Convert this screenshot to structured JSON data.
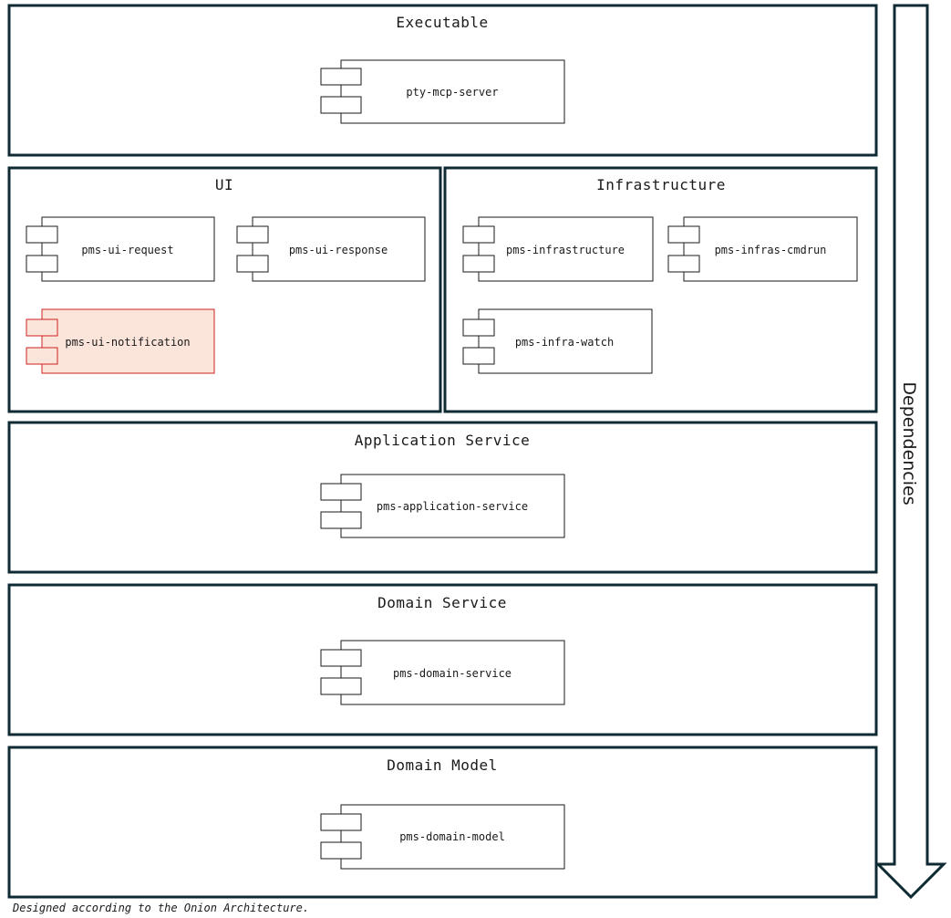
{
  "colors": {
    "frame": "#0f2a33",
    "component_border": "#1a1a1a",
    "component_fill": "#ffffff",
    "highlight_border": "#cc2222",
    "highlight_fill": "#fbe4da"
  },
  "layers": {
    "executable": {
      "title": "Executable",
      "components": [
        "pty-mcp-server"
      ]
    },
    "ui": {
      "title": "UI",
      "components": [
        "pms-ui-request",
        "pms-ui-response",
        "pms-ui-notification"
      ]
    },
    "infrastructure": {
      "title": "Infrastructure",
      "components": [
        "pms-infrastructure",
        "pms-infras-cmdrun",
        "pms-infra-watch"
      ]
    },
    "application_service": {
      "title": "Application Service",
      "components": [
        "pms-application-service"
      ]
    },
    "domain_service": {
      "title": "Domain Service",
      "components": [
        "pms-domain-service"
      ]
    },
    "domain_model": {
      "title": "Domain Model",
      "components": [
        "pms-domain-model"
      ]
    }
  },
  "highlighted_component": "pms-ui-notification",
  "arrow": {
    "label": "Dependencies",
    "direction": "down"
  },
  "footer": {
    "note": "Designed according to the Onion Architecture."
  }
}
